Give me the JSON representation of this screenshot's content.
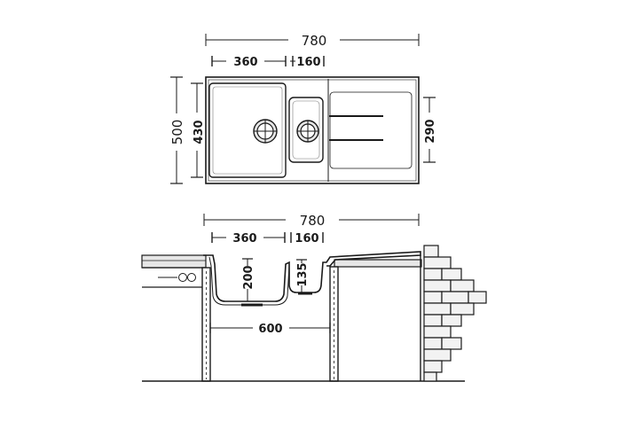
{
  "top_view": {
    "overall_width": "780",
    "main_bowl_width": "360",
    "small_bowl_width": "160",
    "overall_depth": "500",
    "main_bowl_depth": "430",
    "small_bowl_depth": "290"
  },
  "side_view": {
    "overall_width": "780",
    "main_bowl_width": "360",
    "small_bowl_width": "160",
    "main_bowl_height": "200",
    "small_bowl_height": "135",
    "cabinet_width": "600"
  },
  "colors": {
    "line": "#1a1a1a",
    "fill_gray": "#e6e6e6",
    "brick": "#f2f2f2"
  }
}
